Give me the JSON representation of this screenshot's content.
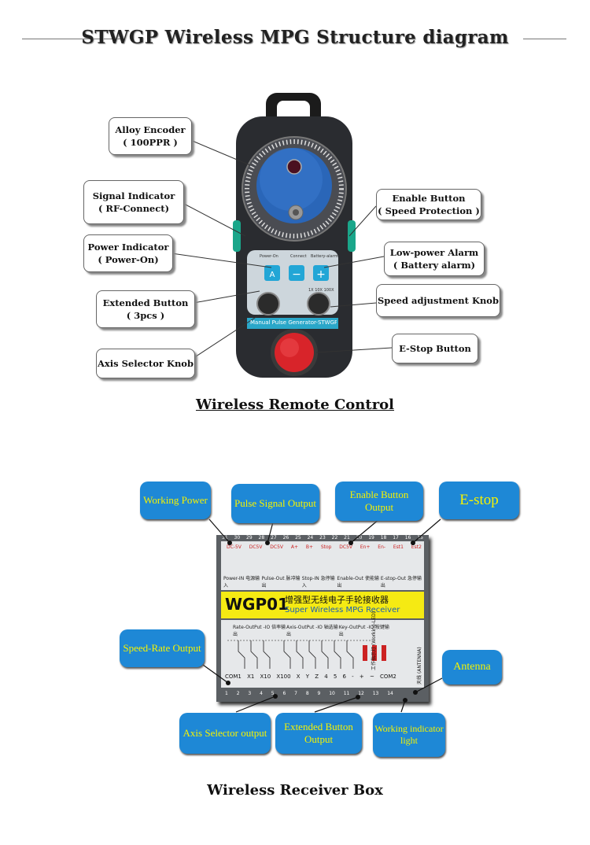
{
  "header": {
    "title": "STWGP Wireless MPG Structure diagram"
  },
  "remote": {
    "section_title": "Wireless Remote Control",
    "device_label": "Manual Pulse Generator-STWGP",
    "small_labels": {
      "power_on": "Power-On",
      "connect": "Connect",
      "battery": "Battery-alarm",
      "speed": "1X  10X  100X"
    },
    "callouts": {
      "encoder": {
        "line1": "Alloy Encoder",
        "line2": "( 100PPR )"
      },
      "signal": {
        "line1": "Signal Indicator",
        "line2": "( RF-Connect)"
      },
      "power": {
        "line1": "Power Indicator",
        "line2": "( Power-On)"
      },
      "extended": {
        "line1": "Extended Button",
        "line2": "( 3pcs )"
      },
      "axis": {
        "line1": "Axis Selector Knob"
      },
      "enable": {
        "line1": "Enable Button",
        "line2": "( Speed Protection )"
      },
      "lowpower": {
        "line1": "Low-power Alarm",
        "line2": "( Battery alarm)"
      },
      "speed": {
        "line1": "Speed adjustment Knob"
      },
      "estop": {
        "line1": "E-Stop Button"
      }
    }
  },
  "receiver": {
    "section_title": "Wireless Receiver Box",
    "model": "WGP01",
    "name_cn": "增强型无线电子手轮接收器",
    "name_en": "Super Wireless MPG Receiver",
    "top_pins": [
      "31",
      "30",
      "29",
      "28",
      "27",
      "26",
      "25",
      "24",
      "23",
      "22",
      "21",
      "20",
      "19",
      "18",
      "17",
      "16",
      "15"
    ],
    "top_groups": [
      "Power-IN 电源输入",
      "Pulse-Out 脉冲输出",
      "Stop-IN 急停输入",
      "Enable-Out 使能输出",
      "E-stop-Out 急停输出"
    ],
    "top_terminal_labels": [
      "DC-5V",
      "DC5V",
      "DC5V",
      "A+",
      "B+",
      "Stop",
      "DC5V",
      "En+",
      "En-",
      "Est1",
      "Est2"
    ],
    "bottom_groups": [
      "Rate-OutPut -IO 倍率输出",
      "Axis-OutPut -IO 轴选输出",
      "Key-OutPut -IO 按键输出"
    ],
    "bottom_terminal_labels": [
      "COM1",
      "X1",
      "X10",
      "X100",
      "X",
      "Y",
      "Z",
      "4",
      "5",
      "6",
      "-",
      "+",
      "~",
      "COM2"
    ],
    "bottom_pins": [
      "1",
      "2",
      "3",
      "4",
      "5",
      "6",
      "7",
      "8",
      "9",
      "10",
      "11",
      "12",
      "13",
      "14"
    ],
    "side_labels": {
      "working_led": "工作指示灯 (Working-LED)",
      "antenna": "天线 (ANTENNA)"
    },
    "bubbles": {
      "working_power": "Working Power",
      "pulse_signal": "Pulse Signal Output",
      "enable_button": "Enable Button Output",
      "estop": "E-stop",
      "speed_rate": "Speed-Rate Output",
      "antenna": "Antenna",
      "axis_selector": "Axis Selector output",
      "extended_button": "Extended Button Output",
      "working_light": "Working indicator light"
    }
  },
  "colors": {
    "bubble_blue": "#1e88d6",
    "bubble_text": "#f6f200",
    "device_teal": "#2aa7c9",
    "estop_red": "#d8242a"
  }
}
